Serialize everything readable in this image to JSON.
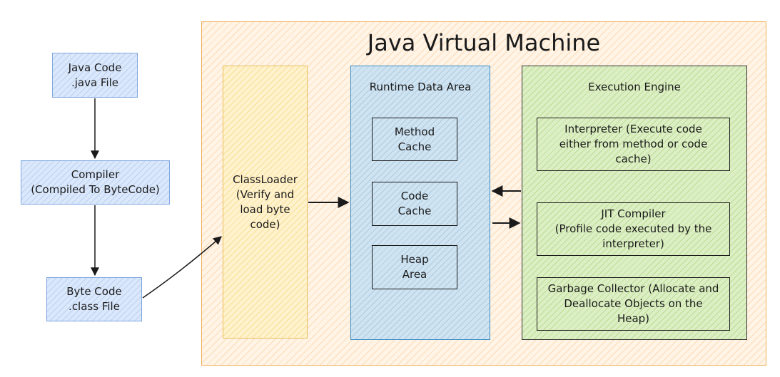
{
  "jvm": {
    "title": "Java Virtual Machine"
  },
  "left_flow": {
    "java_code": "Java Code\n.java File",
    "compiler": "Compiler\n(Compiled To ByteCode)",
    "byte_code": "Byte Code\n.class File"
  },
  "classloader": {
    "label": "ClassLoader\n(Verify and\nload byte\ncode)"
  },
  "runtime_data_area": {
    "title": "Runtime Data Area",
    "method_cache": "Method\nCache",
    "code_cache": "Code\nCache",
    "heap_area": "Heap\nArea"
  },
  "execution_engine": {
    "title": "Execution Engine",
    "interpreter": "Interpreter (Execute code\neither from method or code\ncache)",
    "jit_compiler": "JIT Compiler\n(Profile code executed by the\ninterpreter)",
    "garbage_collector": "Garbage Collector (Allocate and\nDeallocate Objects on the\nHeap)"
  },
  "colors": {
    "jvm_fill": "#fff4e6",
    "jvm_border": "#f0b05a",
    "classloader_fill": "#fff2cc",
    "runtime_fill": "#cfe3f1",
    "runtime_border": "#3a8cc4",
    "engine_fill": "#dcefc4",
    "small_box_fill": "#dbe8fb",
    "small_box_border": "#7ea6e0"
  }
}
